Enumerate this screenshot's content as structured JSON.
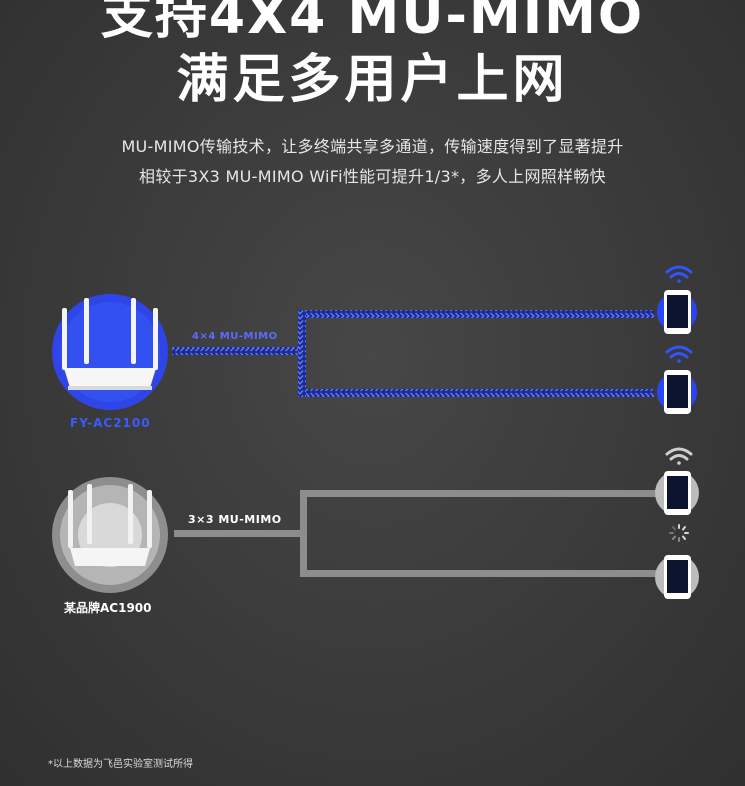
{
  "title_line1": "支持4X4  MU-MIMO",
  "title_line2": "满足多用户上网",
  "subtitle_line1": "MU-MIMO传输技术，让多终端共享多通道，传输速度得到了显著提升",
  "subtitle_line2": "相较于3X3 MU-MIMO WiFi性能可提升1/3*，多人上网照样畅快",
  "router_fy": {
    "name": "FY-AC2100",
    "link_label": "4×4 MU-MIMO",
    "accent": "#2f45e8"
  },
  "router_other": {
    "name": "某品牌AC1900",
    "link_label": "3×3 MU-MIMO",
    "accent": "#9a9a9a"
  },
  "footnote": "*以上数据为飞邑实验室测试所得",
  "icons": [
    "router-icon",
    "smartphone-icon",
    "wifi-icon",
    "loading-spinner-icon"
  ]
}
